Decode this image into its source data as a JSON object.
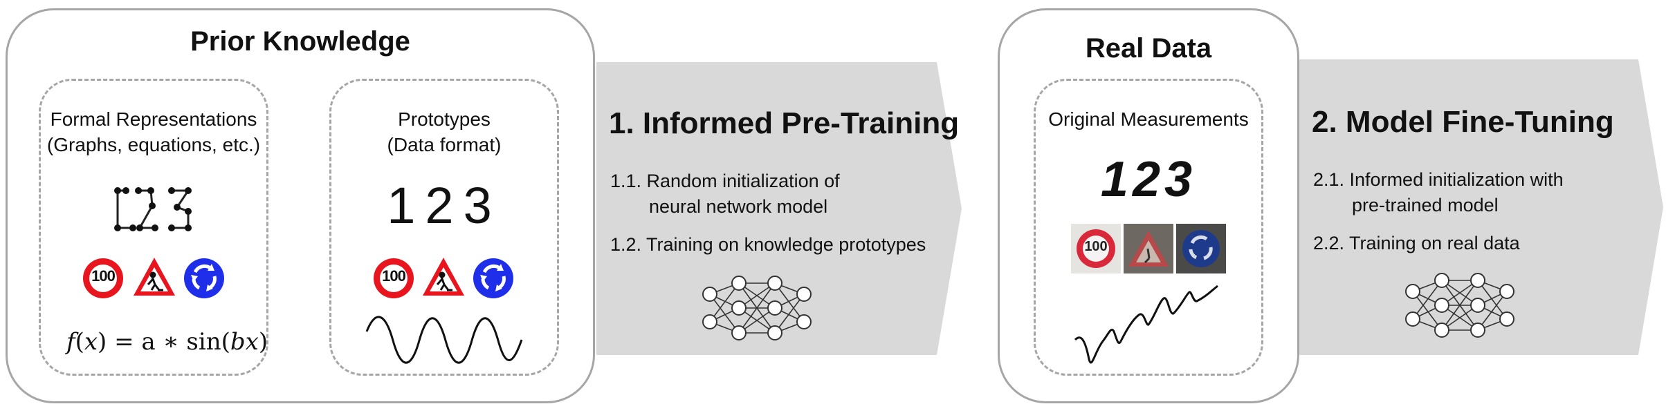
{
  "prior_knowledge": {
    "title": "Prior Knowledge",
    "formal": {
      "label": "Formal Representations\n(Graphs, equations, etc.)",
      "speed_sign": "100",
      "formula": {
        "f": "f",
        "x": "x",
        "eq": "= a ∗ sin",
        "bx": "bx"
      }
    },
    "prototypes": {
      "label": "Prototypes\n(Data format)",
      "digits": "123",
      "speed_sign": "100"
    }
  },
  "step1": {
    "title": "1. Informed Pre-Training",
    "item1_line1": "1.1. Random initialization of",
    "item1_line2": "neural network model",
    "item2": "1.2. Training on knowledge prototypes"
  },
  "real_data": {
    "title": "Real Data",
    "measurements": {
      "label": "Original Measurements",
      "digits": "123",
      "speed_sign": "100"
    }
  },
  "step2": {
    "title": "2. Model Fine-Tuning",
    "item1_line1": "2.1. Informed initialization with",
    "item1_line2": "pre-trained model",
    "item2": "2.2. Training on real data"
  },
  "colors": {
    "arrow_gray": "#d9d9d9",
    "border_gray": "#a6a6a6",
    "sign_red": "#e8141e",
    "sign_blue": "#1f2ee8"
  }
}
